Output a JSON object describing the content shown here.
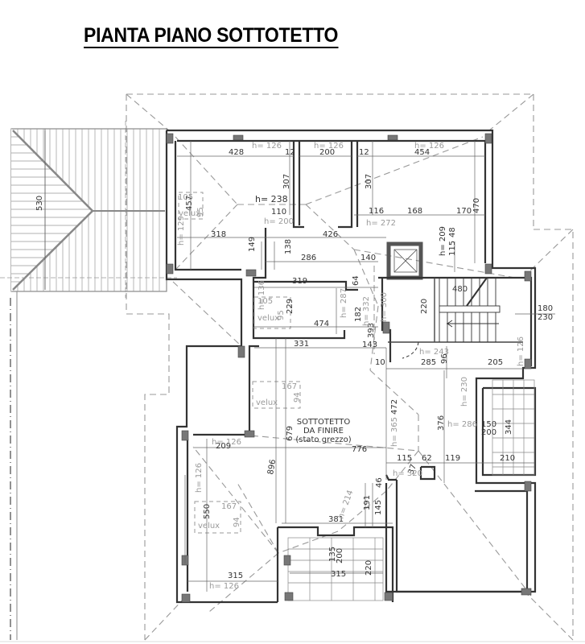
{
  "title": "PIANTA PIANO SOTTOTETTO",
  "room_label": {
    "line1": "SOTTOTETTO",
    "line2": "DA FINIRE",
    "line3": "(stato grezzo)"
  },
  "velux": {
    "label": "velux"
  },
  "dimensions": {
    "d530": "530",
    "d428": "428",
    "d12a": "12",
    "d200": "200",
    "d12b": "12",
    "d454": "454",
    "d307a": "307",
    "d307b": "307",
    "d470": "470",
    "d457": "457",
    "d105a": "105",
    "d95a": "95",
    "d318": "318",
    "d110": "110",
    "d426": "426",
    "d116": "116",
    "d168": "168",
    "d170": "170",
    "d149": "149",
    "d138": "138",
    "d286": "286",
    "d140": "140",
    "d48": "48",
    "d115": "115",
    "d319": "319",
    "d64": "64",
    "d229": "229",
    "d105b": "105",
    "d95b": "95",
    "d474": "474",
    "d182": "182",
    "d393": "393",
    "d331": "331",
    "d143": "143",
    "d220a": "220",
    "d480": "480",
    "d180": "180",
    "d230": "230",
    "d10": "10",
    "d285": "285",
    "d96": "96",
    "d205": "205",
    "d167a": "167",
    "d94a": "94",
    "d679": "679",
    "d472": "472",
    "d776": "776",
    "d376": "376",
    "d150": "150",
    "d200b": "200",
    "d344": "344",
    "d115b": "115",
    "d62": "62",
    "d119": "119",
    "d210": "210",
    "d37": "37",
    "d209": "209",
    "d896": "896",
    "d550": "550",
    "d167b": "167",
    "d94b": "94",
    "d381": "381",
    "d46": "46",
    "d191": "191",
    "d145": "145",
    "d135": "135",
    "d200c": "200",
    "d315a": "315",
    "d220b": "220",
    "d315b": "315"
  },
  "heights": {
    "h126a": "h= 126",
    "h126b": "h= 126",
    "h126c": "h= 126",
    "h238": "h= 238",
    "h200": "h= 200",
    "h272": "h= 272",
    "h129": "h= 129",
    "h209": "h= 209",
    "h136": "h= 136",
    "h287": "h= 287",
    "h332": "h= 332",
    "h300": "h= 300",
    "h243": "h= 243",
    "h126d": "h= 126",
    "h230": "h= 230",
    "h286": "h= 286",
    "h365": "h= 365",
    "h320": "h= 320",
    "h126e": "h= 126",
    "h126f": "h= 126",
    "h214": "h= 214",
    "h126g": "h= 126"
  },
  "colors": {
    "wall": "#333333",
    "roof_dash": "#999999",
    "column": "#777777",
    "height_text": "#9a9a9a"
  }
}
